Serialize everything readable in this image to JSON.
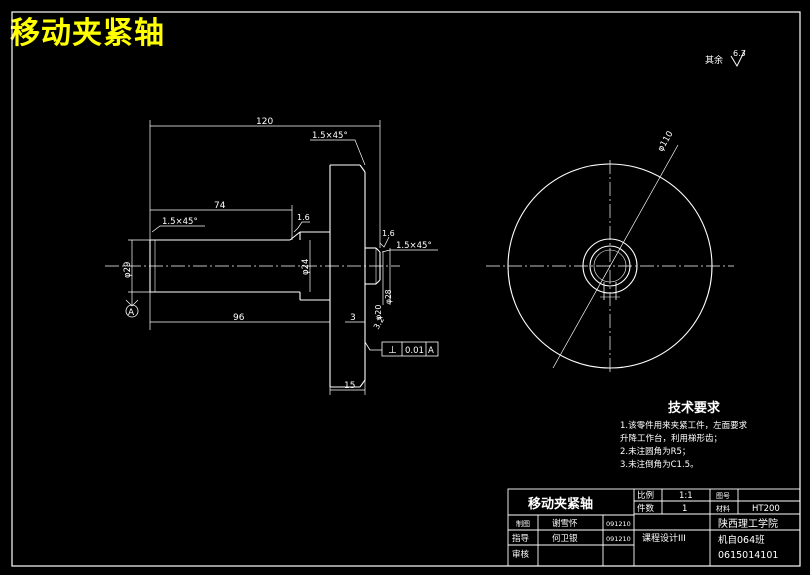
{
  "title": "移动夹紧轴",
  "surface_roughness": {
    "label": "其余",
    "value": "6.3"
  },
  "front_view": {
    "dim_overall_length": "120",
    "dim_shaft_length": "74",
    "dim_lower_length": "96",
    "dim_groove": "3",
    "dim_flange_thickness": "15",
    "chamfer_top_left": "1.5×45°",
    "chamfer_flange": "1.5×45°",
    "chamfer_right": "1.5×45°",
    "rough_1": "1.6",
    "rough_2": "1.6",
    "dia_shaft": "φ29",
    "dia_neck": "φ24",
    "dia_boss": "φ20",
    "dia_boss_2": "φ28",
    "rough_3": "3.2",
    "datum": "A",
    "tolerance_symbol": "⊥",
    "tolerance_value": "0.01",
    "tolerance_datum": "A"
  },
  "side_view": {
    "dia_flange": "φ110"
  },
  "tech_requirements": {
    "heading": "技术要求",
    "items": [
      "1.该零件用来夹紧工件，左面要求",
      "升降工作台，利用梯形齿；",
      "2.未注圆角为R5；",
      "3.未注倒角为C1.5。"
    ]
  },
  "title_block": {
    "part_name": "移动夹紧轴",
    "scale_label": "比例",
    "scale_value": "1:1",
    "qty_label": "件数",
    "qty_value": "1",
    "drawing_no_label": "图号",
    "material_label": "材料",
    "material_value": "HT200",
    "design_label": "制图",
    "design_name": "谢雪怀",
    "design_date": "091210",
    "guide_label": "指导",
    "guide_name": "何卫银",
    "guide_date": "091210",
    "review_label": "审核",
    "course": "课程设计III",
    "school": "陕西理工学院",
    "class": "机自064班",
    "student_no": "0615014101"
  },
  "colors": {
    "line": "#ffffff",
    "title": "#ffff00",
    "background": "#000000"
  }
}
